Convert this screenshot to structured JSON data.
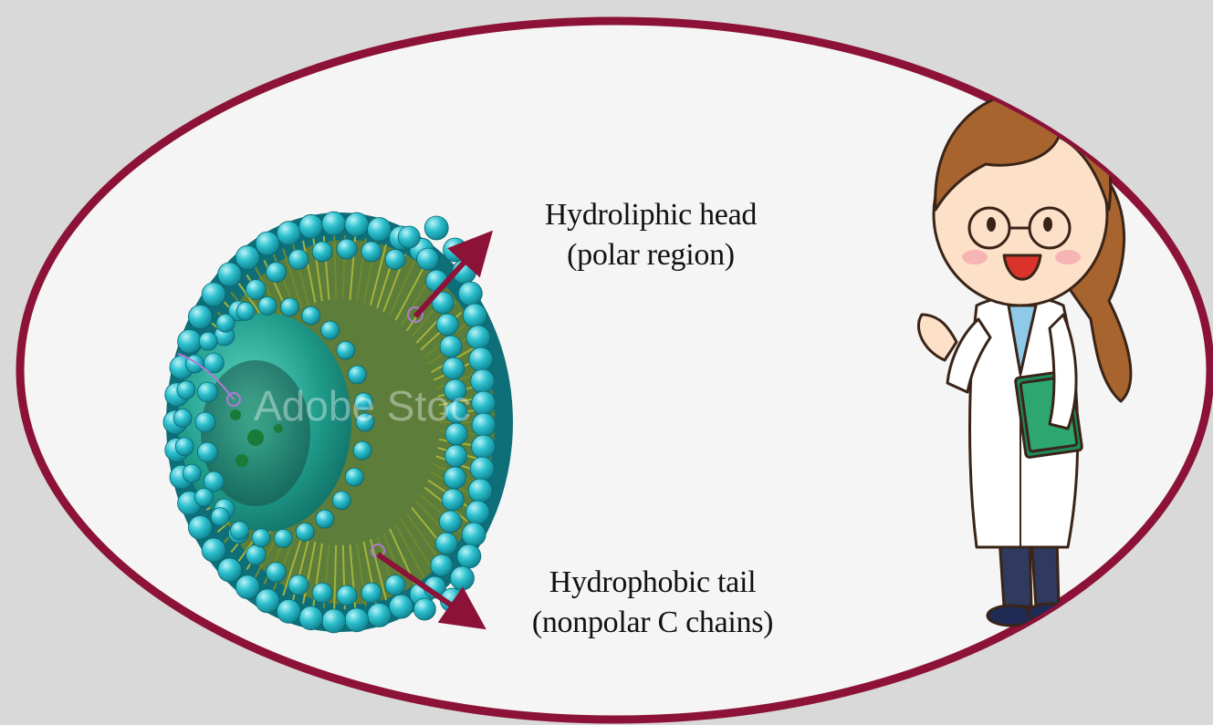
{
  "diagram": {
    "head_label": {
      "line1": "Hydroliphic head",
      "line2": "(polar region)"
    },
    "tail_label": {
      "line1": "Hydrophobic tail",
      "line2": "(nonpolar C chains)"
    },
    "watermark": "Adobe Stoc"
  },
  "colors": {
    "frame": "#8c1238",
    "background": "#d9d9d9",
    "panel": "#f5f5f5",
    "head_sphere": "#1fb5c4",
    "tail": "#8a9a2a",
    "core": "#1f9b8a",
    "arrow": "#8c1238"
  },
  "icons": {
    "liposome": "liposome-cutaway-illustration",
    "scientist": "scientist-woman-illustration"
  }
}
